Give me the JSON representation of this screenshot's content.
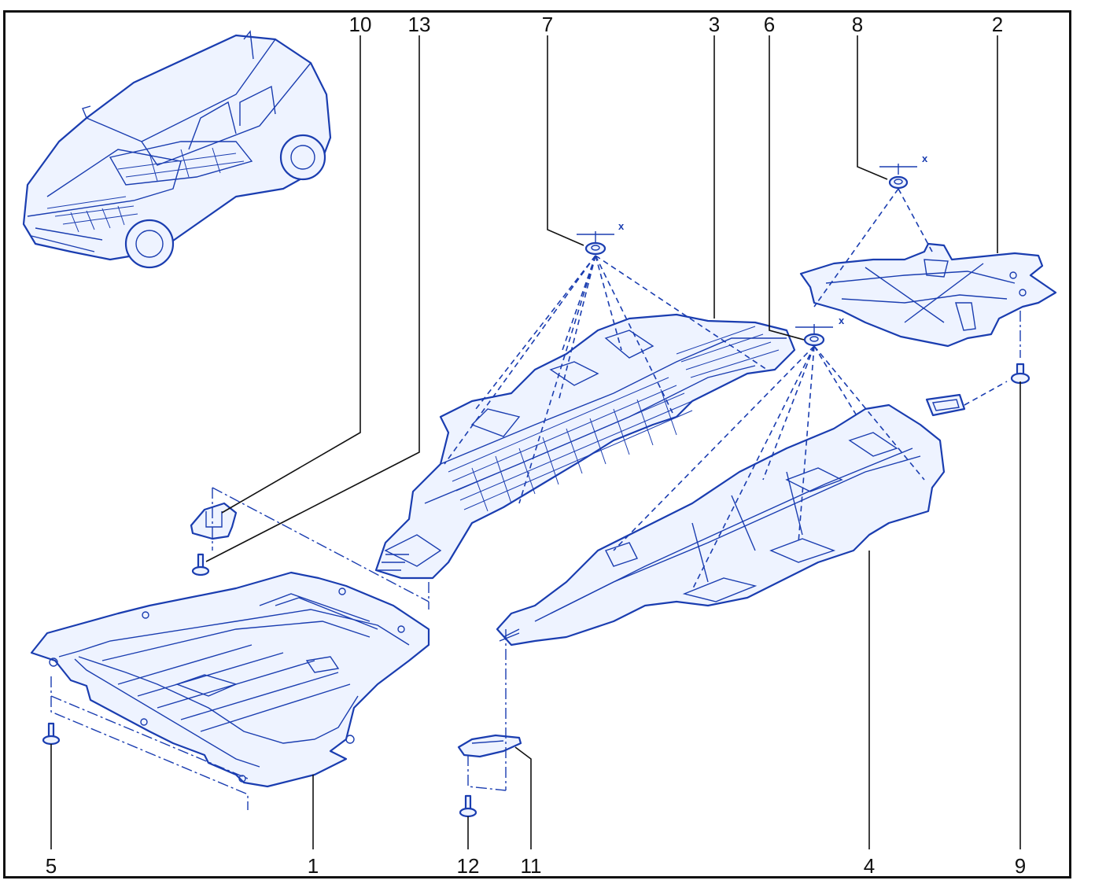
{
  "callouts": {
    "c1": "1",
    "c2": "2",
    "c3": "3",
    "c4": "4",
    "c5": "5",
    "c6": "6",
    "c7": "7",
    "c8": "8",
    "c9": "9",
    "c10": "10",
    "c11": "11",
    "c12": "12",
    "c13": "13"
  },
  "torque_markers": {
    "nut7": "x",
    "nut6": "x",
    "nut8": "x"
  },
  "colors": {
    "line": "#1a3db0",
    "fill": "#eef3ff",
    "text": "#111111"
  }
}
